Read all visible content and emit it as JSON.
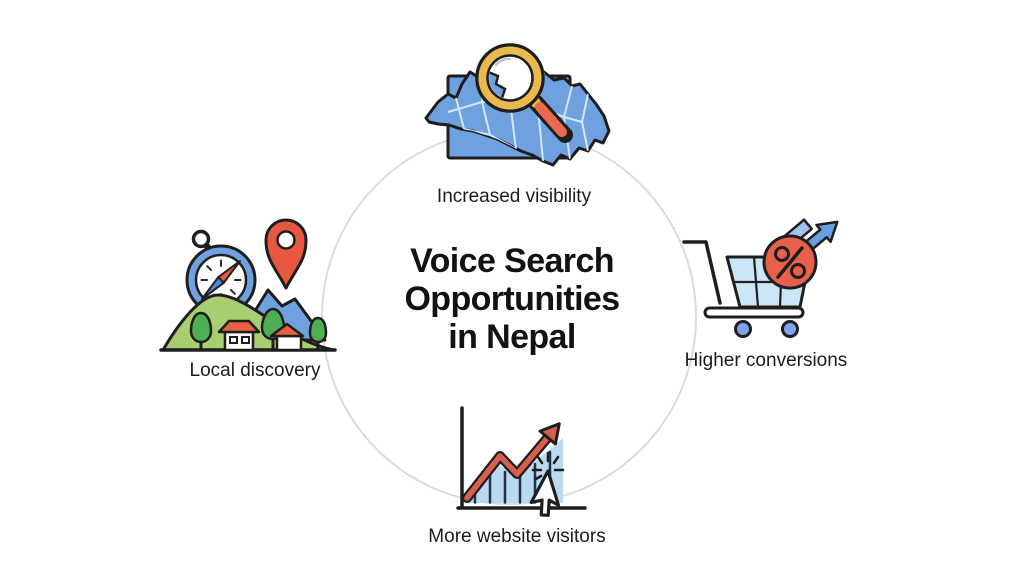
{
  "title_lines": [
    "Voice Search",
    "Opportunities",
    "in Nepal"
  ],
  "nodes": [
    {
      "id": "increased-visibility",
      "label": "Increased visibility",
      "icon": "nepal-map-magnifier-icon",
      "position": "top"
    },
    {
      "id": "local-discovery",
      "label": "Local discovery",
      "icon": "compass-landscape-pin-icon",
      "position": "left"
    },
    {
      "id": "higher-conversions",
      "label": "Higher conversions",
      "icon": "shopping-cart-growth-icon",
      "position": "right"
    },
    {
      "id": "more-website-visitors",
      "label": "More website visitors",
      "icon": "analytics-chart-cursor-icon",
      "position": "bottom"
    }
  ],
  "colors": {
    "map_blue": "#6FA0E0",
    "light_blue": "#CBE6F7",
    "area_blue": "#B9D9F0",
    "pale_arrow_blue": "#9FC3EC",
    "needle_blue": "#4E86E0",
    "red": "#E8604A",
    "pin_red": "#E8573F",
    "trend_red": "#D95F4D",
    "gold": "#E9B94D",
    "hill_green": "#A9CE6F",
    "tree_green": "#4DAE52",
    "outline": "#1E1E1E",
    "circle_gray": "#DBDBDB",
    "text": "#1C1C1C"
  }
}
